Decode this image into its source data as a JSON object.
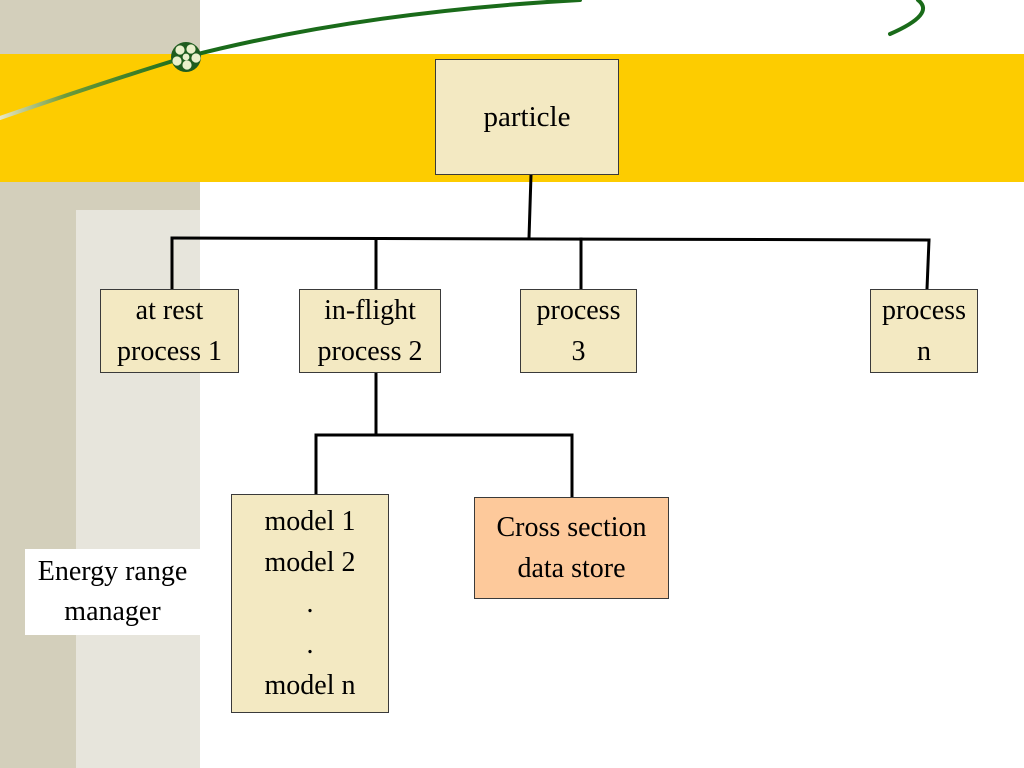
{
  "diagram": {
    "nodes": {
      "particle": "particle",
      "at_rest_process": "at rest\nprocess 1",
      "in_flight_process": "in-flight\nprocess 2",
      "process_3": "process\n3",
      "process_n": "process\nn",
      "models": "model 1\nmodel 2\n.\n.\nmodel n",
      "cross_section_store": "Cross section\ndata store"
    },
    "side_label": "Energy range\nmanager"
  },
  "colors": {
    "left_stripe": "#d3cfbb",
    "inner_stripe": "#e7e5dc",
    "banner": "#fdcc00",
    "node_fill": "#f3e9c2",
    "highlight_fill": "#fdc99b",
    "swoosh": "#1a6b1a"
  }
}
